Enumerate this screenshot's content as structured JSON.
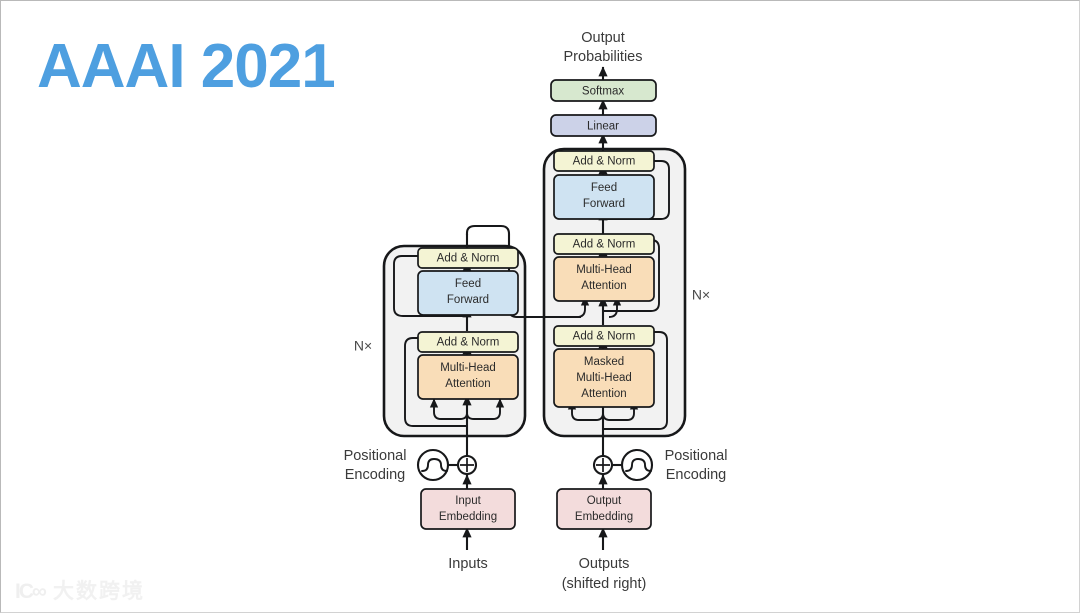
{
  "slide": {
    "title": "AAAI 2021",
    "title_color": "#4e9fe0",
    "background": "#ffffff",
    "border_color": "#b9b9b9"
  },
  "watermark": {
    "mark": "IC∞",
    "text": "大数跨境"
  },
  "figure": {
    "name": "transformer-architecture",
    "top_label_line1": "Output",
    "top_label_line2": "Probabilities",
    "encoder": {
      "repeat_label": "N×",
      "blocks": [
        {
          "id": "enc-add-norm-2",
          "label": "Add & Norm",
          "color": "#f4f4d4"
        },
        {
          "id": "enc-feed-forward",
          "label_line1": "Feed",
          "label_line2": "Forward",
          "color": "#cfe3f2"
        },
        {
          "id": "enc-add-norm-1",
          "label": "Add & Norm",
          "color": "#f4f4d4"
        },
        {
          "id": "enc-multi-head-attention",
          "label_line1": "Multi-Head",
          "label_line2": "Attention",
          "color": "#f9ddb8"
        }
      ],
      "input_embedding": {
        "label_line1": "Input",
        "label_line2": "Embedding",
        "color": "#f3dcdc"
      },
      "positional_encoding_line1": "Positional",
      "positional_encoding_line2": "Encoding",
      "source_label": "Inputs"
    },
    "decoder": {
      "repeat_label": "N×",
      "blocks": [
        {
          "id": "dec-add-norm-3",
          "label": "Add & Norm",
          "color": "#f4f4d4"
        },
        {
          "id": "dec-feed-forward",
          "label_line1": "Feed",
          "label_line2": "Forward",
          "color": "#cfe3f2"
        },
        {
          "id": "dec-add-norm-2",
          "label": "Add & Norm",
          "color": "#f4f4d4"
        },
        {
          "id": "dec-multi-head-attention",
          "label_line1": "Multi-Head",
          "label_line2": "Attention",
          "color": "#f9ddb8"
        },
        {
          "id": "dec-add-norm-1",
          "label": "Add & Norm",
          "color": "#f4f4d4"
        },
        {
          "id": "dec-masked-multi-head-attention",
          "label_line1": "Masked",
          "label_line2": "Multi-Head",
          "label_line3": "Attention",
          "color": "#f9ddb8"
        }
      ],
      "output_embedding": {
        "label_line1": "Output",
        "label_line2": "Embedding",
        "color": "#f3dcdc"
      },
      "positional_encoding_line1": "Positional",
      "positional_encoding_line2": "Encoding",
      "target_label_line1": "Outputs",
      "target_label_line2": "(shifted right)"
    },
    "head": {
      "linear": {
        "label": "Linear",
        "color": "#ccd2e8"
      },
      "softmax": {
        "label": "Softmax",
        "color": "#d7e8cf"
      }
    }
  }
}
